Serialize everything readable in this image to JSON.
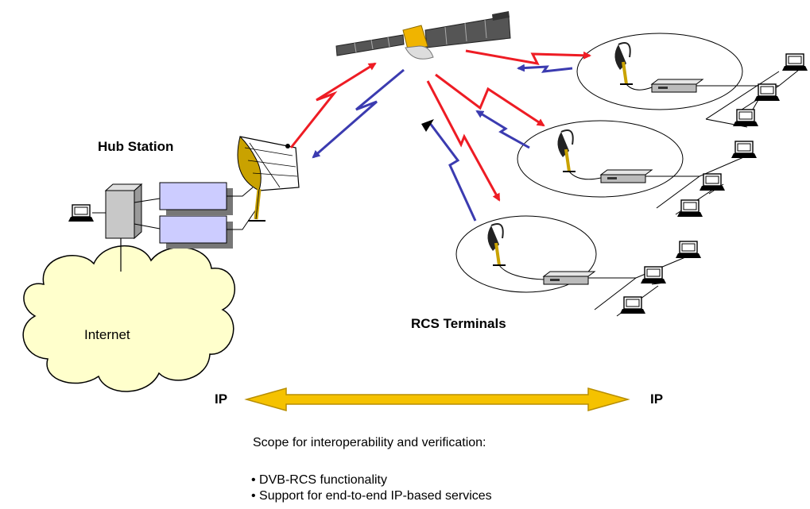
{
  "labels": {
    "hub": "Hub Station",
    "terminals": "RCS Terminals",
    "internet": "Internet",
    "ip_left": "IP",
    "ip_right": "IP"
  },
  "scope": {
    "title": "Scope for interoperability and verification:",
    "items": [
      "• DVB-RCS functionality",
      "• Support for end-to-end IP-based services"
    ]
  },
  "colors": {
    "forward_link": "#ee1c24",
    "return_link": "#3b3bb0",
    "ip_arrow": "#f5c200",
    "box_fill": "#ccccff",
    "cloud_fill": "#ffffcc"
  }
}
